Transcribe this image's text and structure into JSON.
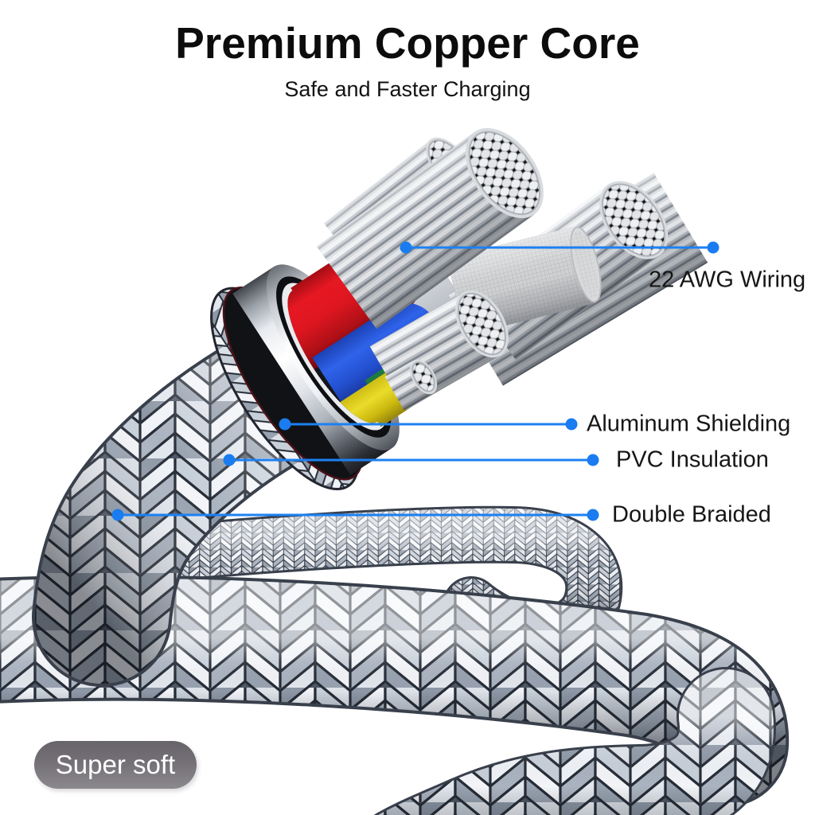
{
  "header": {
    "title": "Premium Copper Core",
    "subtitle": "Safe and Faster Charging"
  },
  "callouts": {
    "awg": {
      "label": "22 AWG Wiring"
    },
    "aluminum": {
      "label": "Aluminum Shielding"
    },
    "pvc": {
      "label": "PVC Insulation"
    },
    "braided": {
      "label": "Double Braided"
    }
  },
  "badge": {
    "label": "Super soft"
  },
  "colors": {
    "callout_blue": "#1d80f2",
    "callout_dot_blue": "#1a7cf0",
    "wire_red": "#de1620",
    "wire_blue": "#2f63ea",
    "wire_yellow": "#eadc2a",
    "wire_green": "#176238",
    "pvc_white": "#f4f6f9",
    "braid_gray": "#aab3c0",
    "badge_gray": "#747076",
    "text_black": "#0c0c0c"
  }
}
